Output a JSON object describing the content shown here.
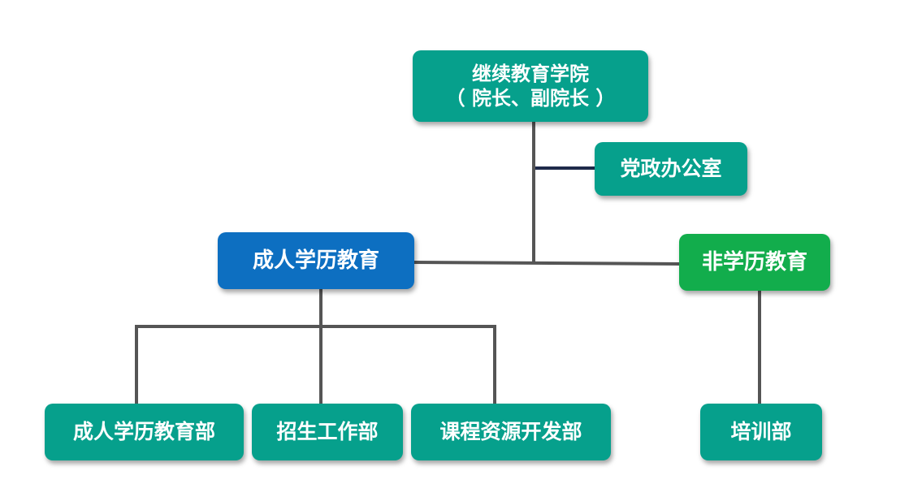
{
  "colors": {
    "teal": "#06a08c",
    "blue": "#0d6fc1",
    "green": "#12ad4c",
    "connector": "#555555",
    "connector_office": "#1f2a4a"
  },
  "nodes": {
    "root": {
      "line1": "继续教育学院",
      "line2": "（ 院长、副院长 ）"
    },
    "office": {
      "label": "党政办公室"
    },
    "adult_edu": {
      "label": "成人学历教育"
    },
    "non_degree_edu": {
      "label": "非学历教育"
    },
    "adult_edu_dept": {
      "label": "成人学历教育部"
    },
    "admissions_dept": {
      "label": "招生工作部"
    },
    "course_dev_dept": {
      "label": "课程资源开发部"
    },
    "training_dept": {
      "label": "培训部"
    }
  }
}
